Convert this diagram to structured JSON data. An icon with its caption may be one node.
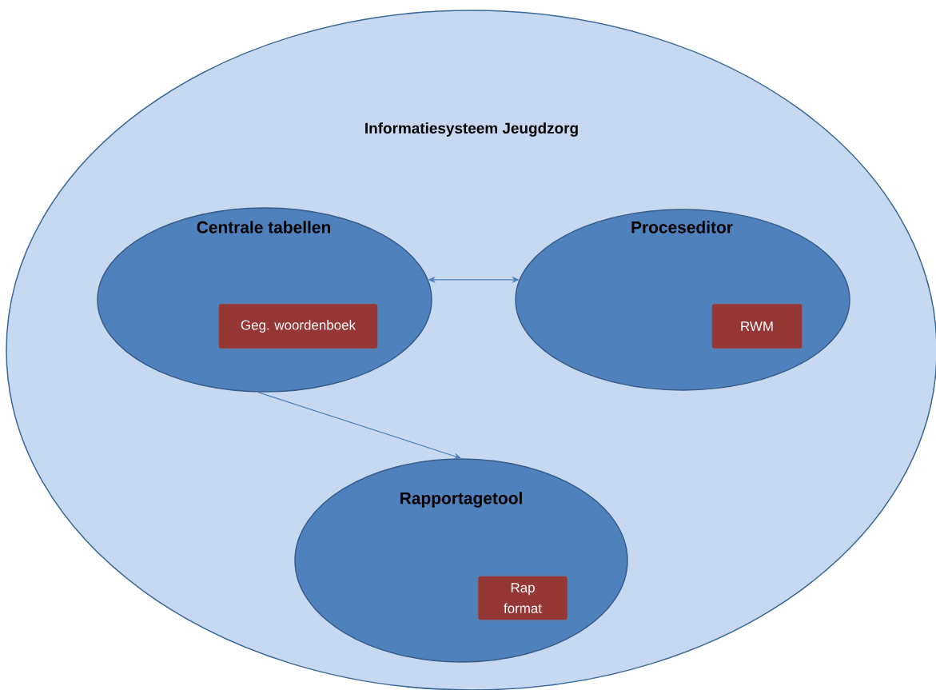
{
  "diagram": {
    "nodes": [
      {
        "text": [
          "Informatiesysteem Jeugdzorg"
        ]
      },
      {
        "text": [
          "Centrale tabellen"
        ],
        "in": 0
      },
      {
        "text": [
          "Geg. woordenboek"
        ],
        "in": 1
      },
      {
        "text": [
          "Proceseditor"
        ],
        "in": 0
      },
      {
        "text": [
          "RWM"
        ],
        "in": 3
      },
      {
        "text": [
          "Rapportagetool"
        ],
        "in": 0
      },
      {
        "text": [
          "Rap format"
        ],
        "in": 5
      }
    ],
    "edges": [
      {
        "from": 1,
        "to": 3,
        "arrow": "both"
      },
      {
        "from": 1,
        "to": 5,
        "arrow": "to"
      }
    ]
  }
}
